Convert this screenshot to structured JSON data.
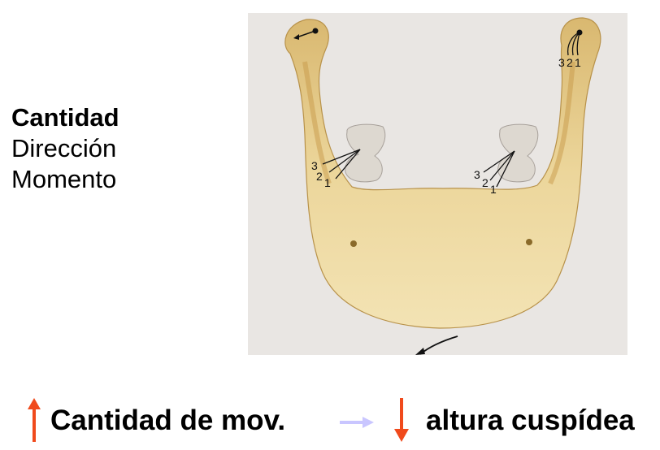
{
  "side_labels": {
    "quantity": "Cantidad",
    "direction": "Dirección",
    "moment": "Momento"
  },
  "figure": {
    "left_condyle_numbers": [],
    "right_condyle_numbers": [
      "3",
      "2",
      "1"
    ],
    "left_tooth_numbers": [
      "3",
      "2",
      "1"
    ],
    "right_tooth_numbers": [
      "3",
      "2",
      "1"
    ],
    "colors": {
      "bone": "#e8cf8e",
      "bone_shadow": "#c79a4a",
      "background": "#e9e6e3",
      "tooth": "#ddd8d0"
    }
  },
  "bottom_row": {
    "left_label": "Cantidad de mov.",
    "right_label": "altura cuspídea",
    "up_arrow_icon": "arrow-up-icon",
    "right_arrow_icon": "arrow-right-icon",
    "down_arrow_icon": "arrow-down-icon",
    "colors": {
      "red_arrow": "#f04a1c",
      "light_arrow": "#c9c6ff"
    }
  }
}
